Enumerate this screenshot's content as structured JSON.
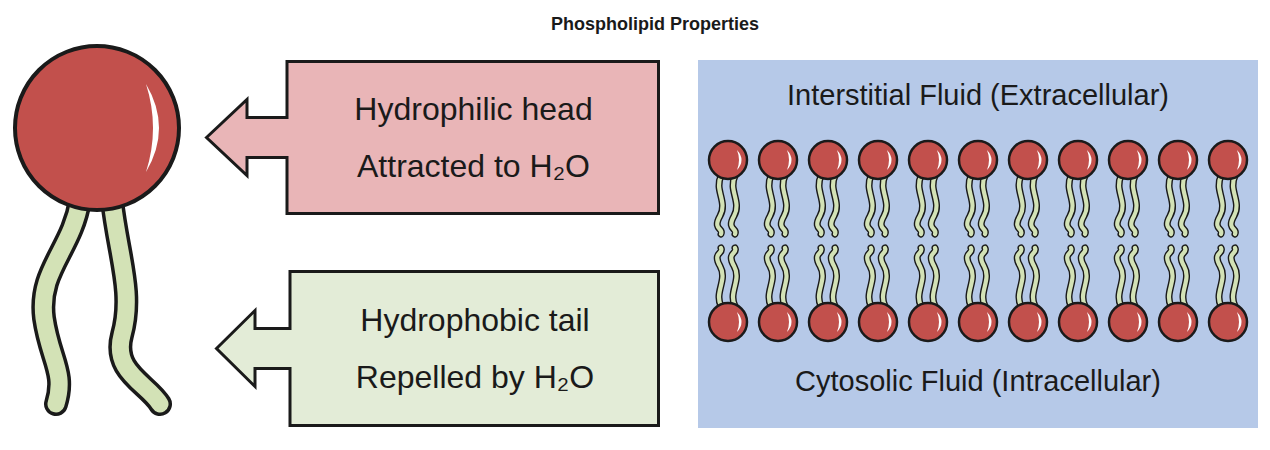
{
  "diagram": {
    "title": "Phospholipid Properties",
    "nodes": [
      {
        "text": [
          "Hydrophilic head",
          "Attracted to H₂O"
        ]
      },
      {
        "text": [
          "Hydrophobic tail",
          "Repelled by H₂O"
        ]
      },
      {
        "text": [
          "Interstitial Fluid (Extracellular)",
          "Cytosolic Fluid (Intracellular)"
        ]
      }
    ]
  }
}
